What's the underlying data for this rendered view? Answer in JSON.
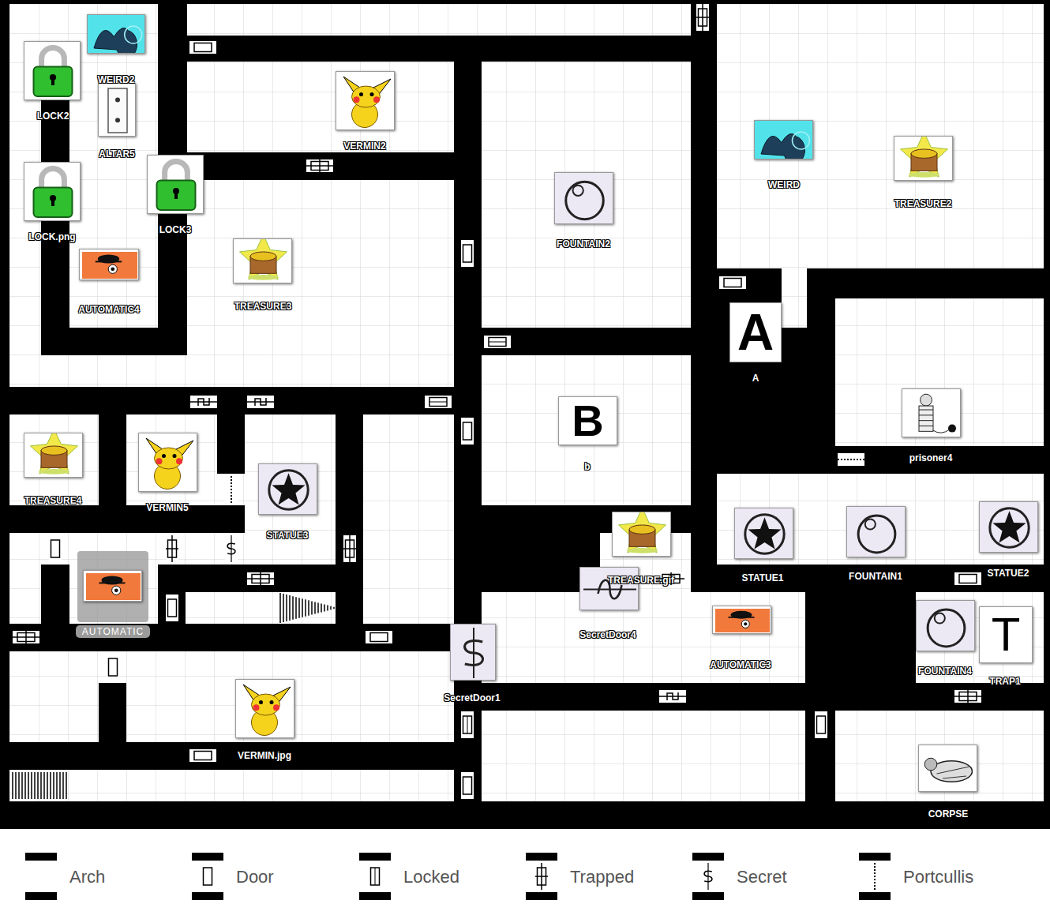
{
  "diagram": {
    "nodes": [
      {
        "text": [
          "WEIRD2"
        ]
      },
      {
        "text": [
          "LOCK2"
        ]
      },
      {
        "text": [
          "VERMIN2"
        ]
      },
      {
        "text": [
          "ALTAR5"
        ]
      },
      {
        "text": [
          "WEIRD"
        ]
      },
      {
        "text": [
          "TREASURE2"
        ]
      },
      {
        "text": [
          "FOUNTAIN2"
        ]
      },
      {
        "text": [
          "LOCK3"
        ]
      },
      {
        "text": [
          "LOCK.png"
        ]
      },
      {
        "text": [
          "TREASURE3"
        ]
      },
      {
        "text": [
          "AUTOMATIC4"
        ]
      },
      {
        "text": [
          "A",
          "A"
        ]
      },
      {
        "text": [
          "prisoner4"
        ]
      },
      {
        "text": [
          "B",
          "b"
        ]
      },
      {
        "text": [
          "TREASURE4"
        ]
      },
      {
        "text": [
          "VERMIN5"
        ]
      },
      {
        "text": [
          "STATUE3"
        ]
      },
      {
        "text": [
          "STATUE1"
        ]
      },
      {
        "text": [
          "FOUNTAIN1"
        ]
      },
      {
        "text": [
          "STATUE2"
        ]
      },
      {
        "text": [
          "TREASURE.gif"
        ]
      },
      {
        "text": [
          "AUTOMATIC"
        ]
      },
      {
        "text": [
          "SecretDoor4"
        ]
      },
      {
        "text": [
          "AUTOMATIC3"
        ]
      },
      {
        "text": [
          "FOUNTAIN4"
        ]
      },
      {
        "text": [
          "T",
          "TRAP1"
        ]
      },
      {
        "text": [
          "SecretDoor1"
        ]
      },
      {
        "text": [
          "VERMIN.jpg"
        ]
      },
      {
        "text": [
          "CORPSE"
        ]
      }
    ],
    "legend": [
      {
        "text": "Arch"
      },
      {
        "text": "Door"
      },
      {
        "text": "Locked"
      },
      {
        "text": "Trapped"
      },
      {
        "text": "Secret"
      },
      {
        "text": "Portcullis"
      }
    ]
  }
}
